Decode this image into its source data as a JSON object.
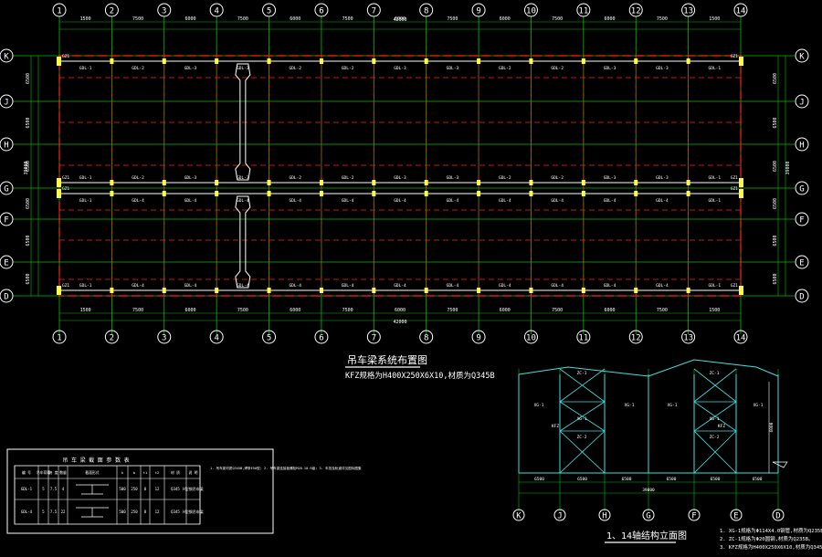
{
  "colors": {
    "background": "#000000",
    "axis": "#00c000",
    "beam": "#ff2020",
    "white": "#ffffff",
    "yellow": "#ffff40",
    "cyan": "#40e0e0",
    "magenta": "#ff40ff"
  },
  "plan": {
    "columns": [
      "1",
      "2",
      "3",
      "4",
      "5",
      "6",
      "7",
      "8",
      "9",
      "10",
      "11",
      "12",
      "13",
      "14"
    ],
    "rows": [
      "K",
      "J",
      "H",
      "G",
      "F",
      "E",
      "D"
    ],
    "top_overall": "42000",
    "bottom_overall": "42000",
    "top_spacings": [
      "1500",
      "7500",
      "6000",
      "7500",
      "6000",
      "7500",
      "6000",
      "7500",
      "6000",
      "7500",
      "6000",
      "7500",
      "1500"
    ],
    "bottom_spacings": [
      "1500",
      "7500",
      "6000",
      "7500",
      "6000",
      "7500",
      "6000",
      "7500",
      "6000",
      "7500",
      "6000",
      "7500",
      "1500"
    ],
    "left_spacings": [
      "6500",
      "6500",
      "6500",
      "6500",
      "6500",
      "6500"
    ],
    "left_overall": "39000",
    "right_spacings": [
      "6500",
      "6500",
      "6500",
      "6500",
      "6500",
      "6500"
    ],
    "right_overall": "39000",
    "row_labels_top": [
      "GDL-1",
      "GDL-2",
      "GDL-3",
      "GDL-3",
      "GDL-2",
      "GDL-2",
      "GDL-3",
      "GDL-3",
      "GDL-2",
      "GDL-2",
      "GDL-3",
      "GDL-3",
      "GDL-1"
    ],
    "row_labels_g1": [
      "GDL-1",
      "GDL-2",
      "GDL-3",
      "GDL-3",
      "GDL-2",
      "GDL-2",
      "GDL-3",
      "GDL-3",
      "GDL-2",
      "GDL-2",
      "GDL-3",
      "GDL-3",
      "GDL-1"
    ],
    "row_labels_g2": [
      "GDL-1",
      "GDL-4",
      "GDL-4",
      "GDL-4",
      "GDL-4",
      "GDL-4",
      "GDL-4",
      "GDL-4",
      "GDL-4",
      "GDL-4",
      "GDL-4",
      "GDL-4",
      "GDL-1"
    ],
    "row_labels_bottom": [
      "GDL-1",
      "GDL-4",
      "GDL-4",
      "GDL-4",
      "GDL-4",
      "GDL-4",
      "GDL-4",
      "GDL-4",
      "GDL-4",
      "GDL-4",
      "GDL-4",
      "GDL-4",
      "GDL-1"
    ],
    "col_tag": "GZ1",
    "title": "吊车梁系统布置图",
    "note": "KFZ规格为H400X250X6X10,材质为Q345B"
  },
  "table": {
    "title": "吊 车 梁 截 面 参 数 表",
    "headers": [
      "编 号",
      "吊车荷载",
      "跨 度",
      "数量",
      "截面形式",
      "h",
      "b",
      "t1",
      "t2",
      "材 质",
      "说 明"
    ],
    "rows": [
      [
        "GDL-1",
        "5",
        "7.5",
        "4",
        "",
        "500",
        "250",
        "8",
        "12",
        "Q345",
        "H型钢吊车梁"
      ],
      [
        "GDL-4",
        "5",
        "7.5",
        "22",
        "",
        "500",
        "250",
        "8",
        "12",
        "Q345",
        "H型钢吊车梁"
      ]
    ],
    "notes": "1. 吊车梁材质Q345B,焊条E50型; 2. 吊车梁连接板螺栓M20-10.9级; 3. 车挡及轨道详见国标图集"
  },
  "elevation": {
    "title": "1、14轴结构立面图",
    "axes": [
      "K",
      "J",
      "H",
      "G",
      "F",
      "E",
      "D"
    ],
    "spacings": [
      "6500",
      "6500",
      "6500",
      "6500",
      "6500",
      "6500"
    ],
    "overall": "39000",
    "labels": [
      "XG-1",
      "XG-1",
      "XG-1",
      "XG-1",
      "XG-1",
      "XG-1",
      "ZC-1",
      "ZC-1",
      "ZC-2",
      "ZC-2",
      "KFZ",
      "KFZ"
    ],
    "height_label": "6000",
    "notes": [
      "1. XG-1规格为Φ114X4.0钢管,材质为Q235B。",
      "2. ZC-1规格为Φ20圆钢,材质为Q235B。",
      "3. KFZ规格为H400X250X6X10,材质为Q345B"
    ]
  }
}
